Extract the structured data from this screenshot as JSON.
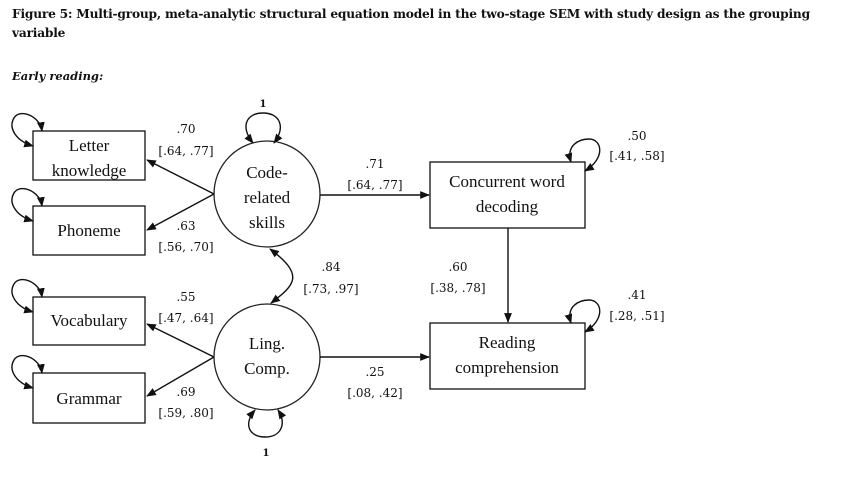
{
  "figure": {
    "title": "Figure 5: Multi-group, meta-analytic structural equation model in the two-stage SEM with study design as the grouping variable",
    "subtitle": "Early reading:"
  },
  "nodes": {
    "letter_knowledge": {
      "line1": "Letter",
      "line2": "knowledge"
    },
    "phoneme": {
      "label": "Phoneme"
    },
    "vocabulary": {
      "label": "Vocabulary"
    },
    "grammar": {
      "label": "Grammar"
    },
    "code_related": {
      "line1": "Code-",
      "line2": "related",
      "line3": "skills",
      "variance": "1"
    },
    "ling_comp": {
      "line1": "Ling.",
      "line2": "Comp.",
      "variance": "1"
    },
    "word_decoding": {
      "line1": "Concurrent word",
      "line2": "decoding",
      "residual": ".50",
      "residual_ci": "[.41, .58]"
    },
    "reading_comp": {
      "line1": "Reading",
      "line2": "comprehension",
      "residual": ".41",
      "residual_ci": "[.28, .51]"
    }
  },
  "paths": {
    "code_to_letter": {
      "est": ".70",
      "ci": "[.64, .77]"
    },
    "code_to_phoneme": {
      "est": ".63",
      "ci": "[.56, .70]"
    },
    "ling_to_vocab": {
      "est": ".55",
      "ci": "[.47, .64]"
    },
    "ling_to_grammar": {
      "est": ".69",
      "ci": "[.59, .80]"
    },
    "code_to_decoding": {
      "est": ".71",
      "ci": "[.64, .77]"
    },
    "covariance": {
      "est": ".84",
      "ci": "[.73, .97]"
    },
    "decoding_to_reading": {
      "est": ".60",
      "ci": "[.38, .78]"
    },
    "ling_to_reading": {
      "est": ".25",
      "ci": "[.08, .42]"
    }
  }
}
